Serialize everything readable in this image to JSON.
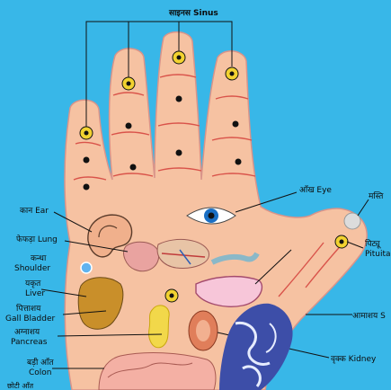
{
  "labels": {
    "sinus": "साइनस Sinus",
    "eye": "आँख Eye",
    "mastishk": "मस्ति",
    "pituitary_hi": "पिट्यू",
    "pituitary_en": "Pituitar",
    "ear": "कान Ear",
    "lung": "फेफड़ा Lung",
    "shoulder_hi": "कन्धा",
    "shoulder_en": "Shoulder",
    "liver_hi": "यकृत",
    "liver_en": "Liver",
    "gall_hi": "पित्ताशय",
    "gall_en": "Gall Bladder",
    "pancreas_hi": "अग्नाशय",
    "pancreas_en": "Pancreas",
    "colon_hi": "बड़ी आँत",
    "colon_en": "Colon",
    "stomach": "आमाशय S",
    "kidney": "वृक्क Kidney",
    "small_int": "छोटी आँत"
  },
  "colors": {
    "background": "#38b7e8",
    "skin": "#f6c2a2",
    "palm_line": "#d9534a",
    "point": "#111111",
    "sun": "#f2d230"
  }
}
